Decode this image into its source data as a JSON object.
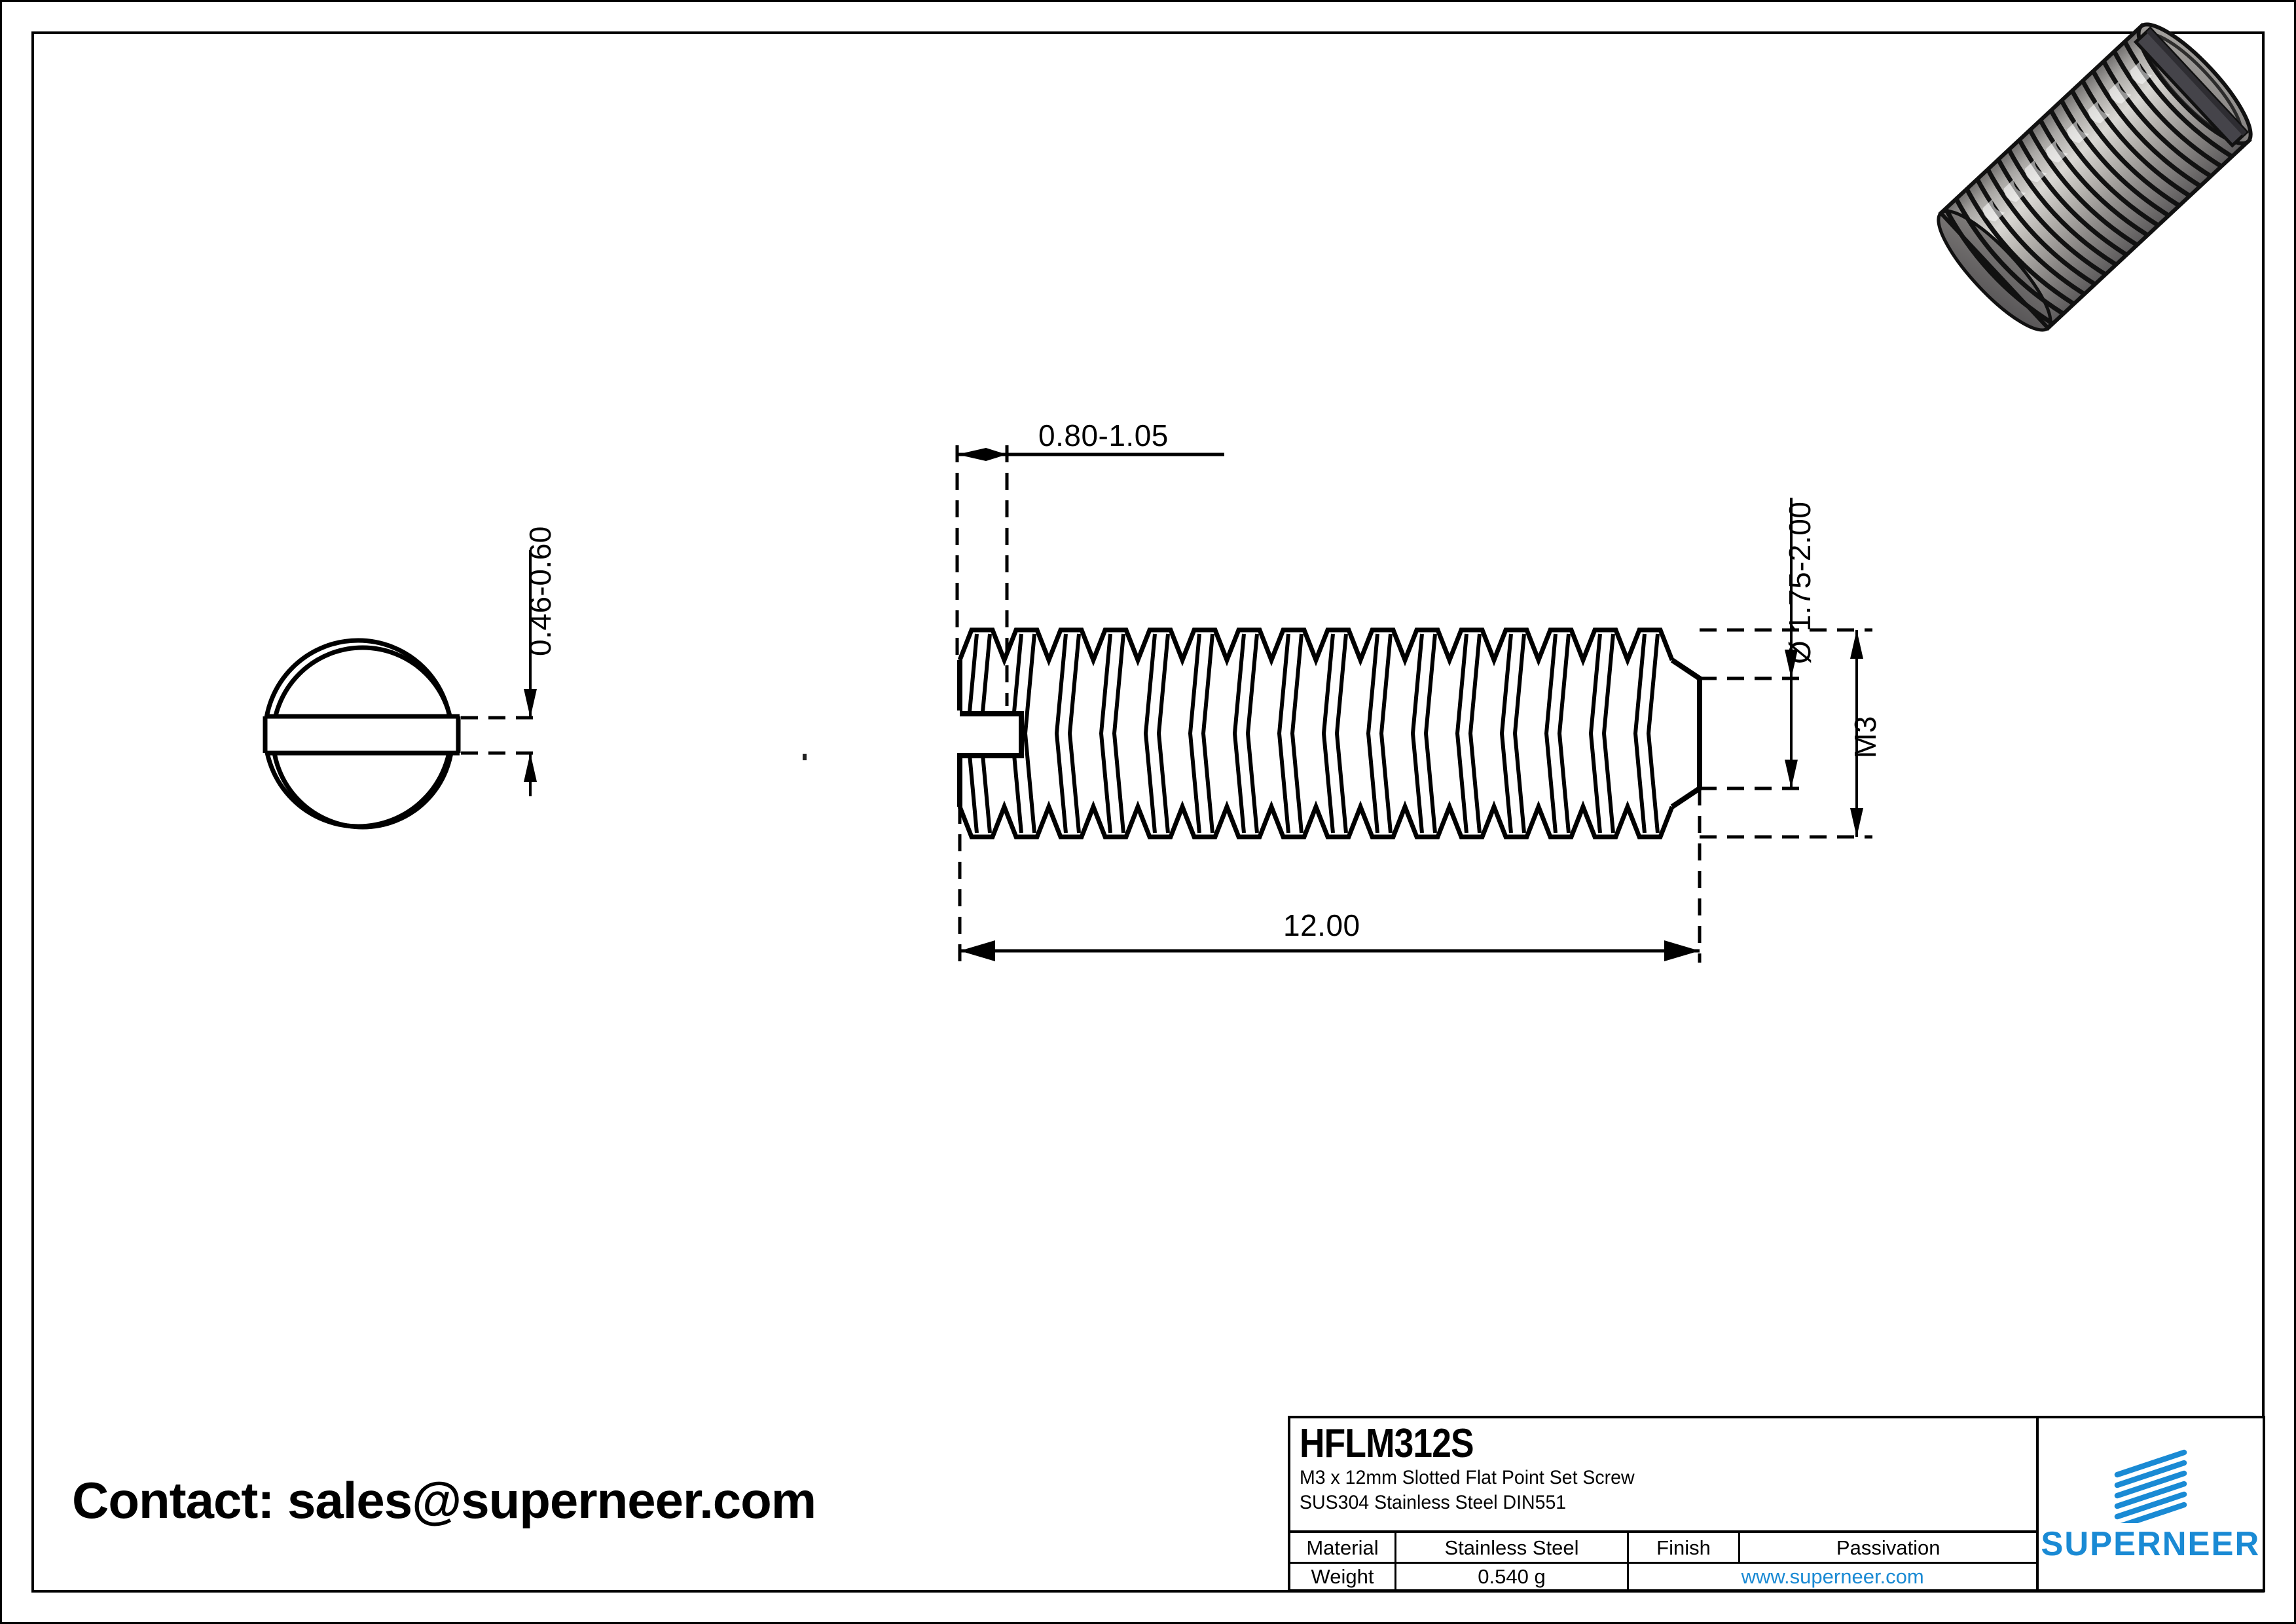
{
  "sheet": {
    "contact": "Contact: sales@superneer.com"
  },
  "dimensions": {
    "slot_width": "0.80-1.05",
    "slot_depth": "0.46-0.60",
    "point_diameter": "Ø 1.75-2.00",
    "thread_designation": "M3",
    "length": "12.00"
  },
  "title_block": {
    "part_number": "HFLM312S",
    "description_line1": "M3 x 12mm Slotted Flat Point Set Screw",
    "description_line2": "SUS304 Stainless Steel DIN551",
    "material_label": "Material",
    "material_value": "Stainless Steel",
    "finish_label": "Finish",
    "finish_value": "Passivation",
    "weight_label": "Weight",
    "weight_value": "0.540 g",
    "website": "www.superneer.com",
    "logo_text": "SUPERNEER"
  },
  "colors": {
    "brand_blue": "#1a8ad4",
    "line": "#000000",
    "metal_light": "#d8d6d2",
    "metal_mid": "#9b9895",
    "metal_dark": "#58565a",
    "metal_slot": "#45444a"
  }
}
